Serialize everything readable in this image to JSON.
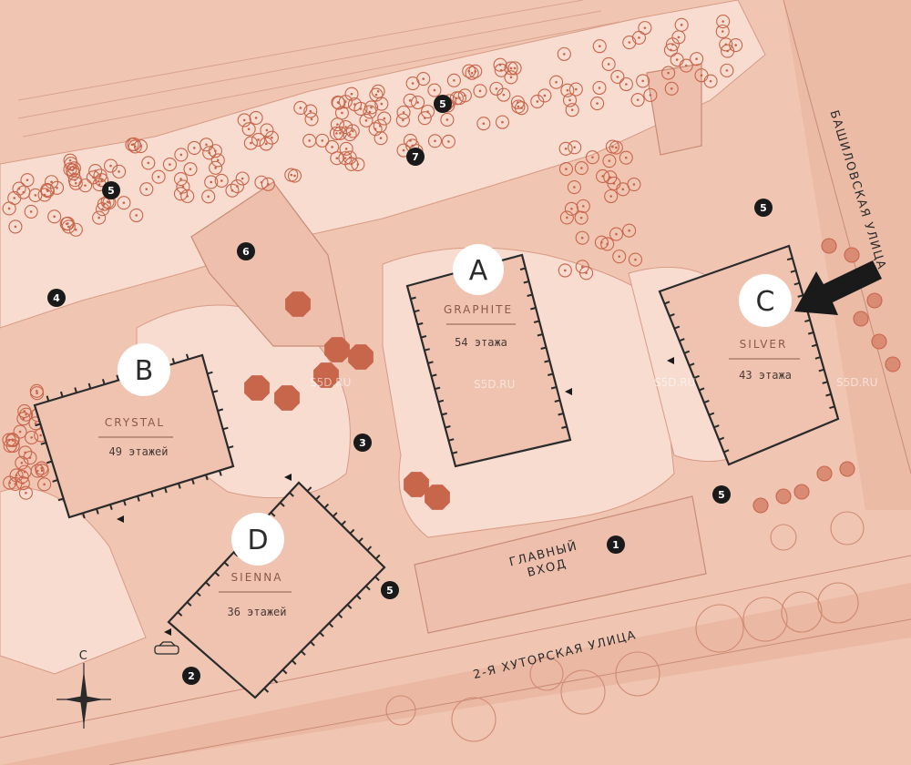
{
  "buildings": [
    {
      "id": "A",
      "name": "GRAPHITE",
      "floors": "54 этажа"
    },
    {
      "id": "B",
      "name": "CRYSTAL",
      "floors": "49 этажей"
    },
    {
      "id": "C",
      "name": "SILVER",
      "floors": "43 этажа"
    },
    {
      "id": "D",
      "name": "SIENNA",
      "floors": "36 этажей"
    }
  ],
  "main_entrance": [
    "ГЛАВНЫЙ",
    "ВХОД"
  ],
  "streets": {
    "khutorskaya": "2-Я ХУТОРСКАЯ УЛИЦА",
    "bashilovskaya": "БАШИЛОВСКАЯ УЛИЦА"
  },
  "compass_label": "С",
  "watermark": "S5D.RU",
  "markers": [
    "1",
    "2",
    "3",
    "4",
    "5",
    "5",
    "5",
    "5",
    "5",
    "6",
    "7"
  ],
  "colors": {
    "background": "#f0c6b3",
    "green": "#f7dccf",
    "accent": "#c8664c",
    "building": "#efc3b0"
  }
}
